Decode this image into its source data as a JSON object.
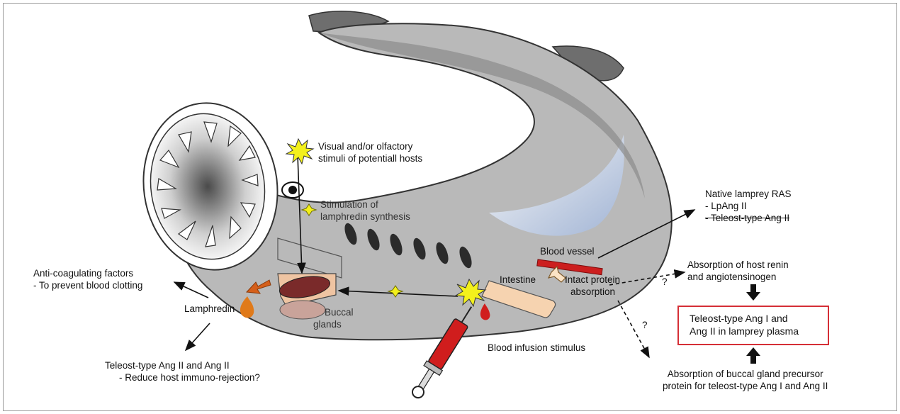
{
  "labels": {
    "visual_stimuli": [
      "Visual and/or olfactory",
      "stimuli of potentiall hosts"
    ],
    "stimulation": [
      "Stimulation of",
      "lamphredin synthesis"
    ],
    "native_ras": {
      "title": "Native lamprey RAS",
      "item1": "- LpAng II",
      "item2": "- Teleost-type Ang II"
    },
    "blood_vessel": "Blood vessel",
    "intestine": "Intestine",
    "intact_protein": [
      "Intact protein",
      "absorption"
    ],
    "absorption_host": [
      "Absorption of host renin",
      "and angiotensinogen"
    ],
    "question_mark": "?",
    "plasma_box": [
      "Teleost-type Ang I and",
      "Ang II in lamprey plasma"
    ],
    "absorption_buccal": [
      "Absorption of buccal gland precursor",
      "protein for teleost-type Ang I  and Ang II"
    ],
    "anti_coag": [
      "Anti-coagulating factors",
      "- To prevent blood clotting"
    ],
    "lamphredin": "Lamphredin",
    "teleost_ang": [
      "Teleost-type Ang II and Ang II",
      "- Reduce host immuno-rejection?"
    ],
    "buccal_glands": [
      "Buccal",
      "glands"
    ],
    "blood_infusion": "Blood infusion stimulus"
  },
  "colors": {
    "body": "#b9b9b9",
    "fin": "#6e6e6e",
    "gland": "#7a2a2a",
    "vessel": "#cc1f1f",
    "box_border": "#d52f36",
    "syringe": "#d01d1d",
    "lamphredin_drop": "#e07a1a",
    "intestine": "#f6d3b0",
    "spark": "#f3f01c"
  },
  "icons": [
    "starburst-icon",
    "diamond-star-icon",
    "blood-drop-icon",
    "syringe-icon",
    "eye-icon"
  ]
}
